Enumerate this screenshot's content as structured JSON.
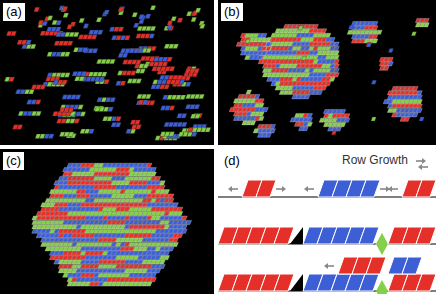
{
  "diagram": {
    "labels": [
      "(a)",
      "(b)",
      "(c)",
      "(d)",
      "Row Growth"
    ]
  }
}
